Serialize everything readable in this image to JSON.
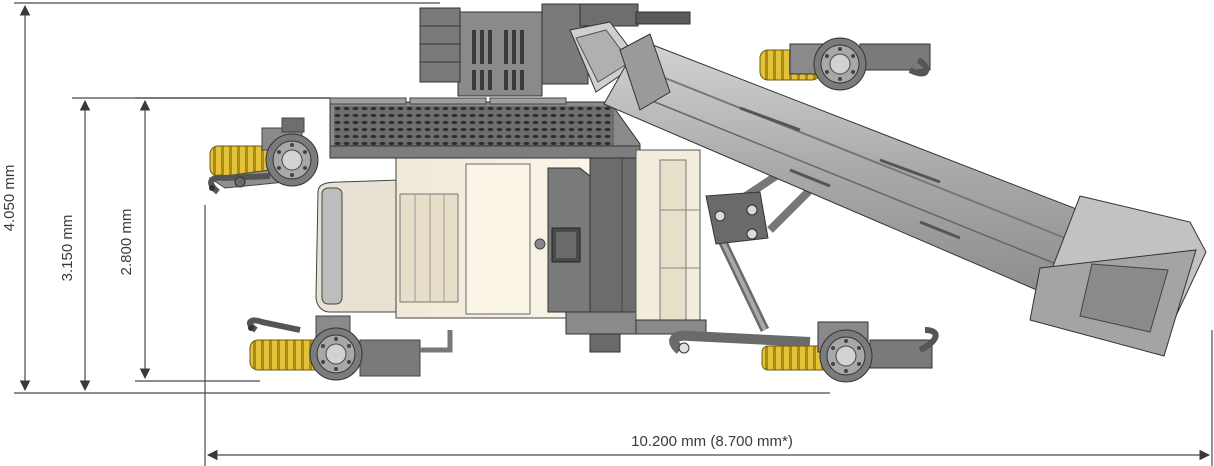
{
  "dimensions": {
    "height_total": "4.050 mm",
    "height_top": "3.150 mm",
    "height_body": "2.800 mm",
    "length": "10.200 mm (8.700 mm*)"
  },
  "colors": {
    "body_cream": "#fbf5e8",
    "steel_grey": "#8a8a8a",
    "dark_grey": "#5e5e5e",
    "track_yellow": "#d9b526",
    "dim_line": "#4a4a4a",
    "conveyor_grey": "#b8b8b8"
  }
}
